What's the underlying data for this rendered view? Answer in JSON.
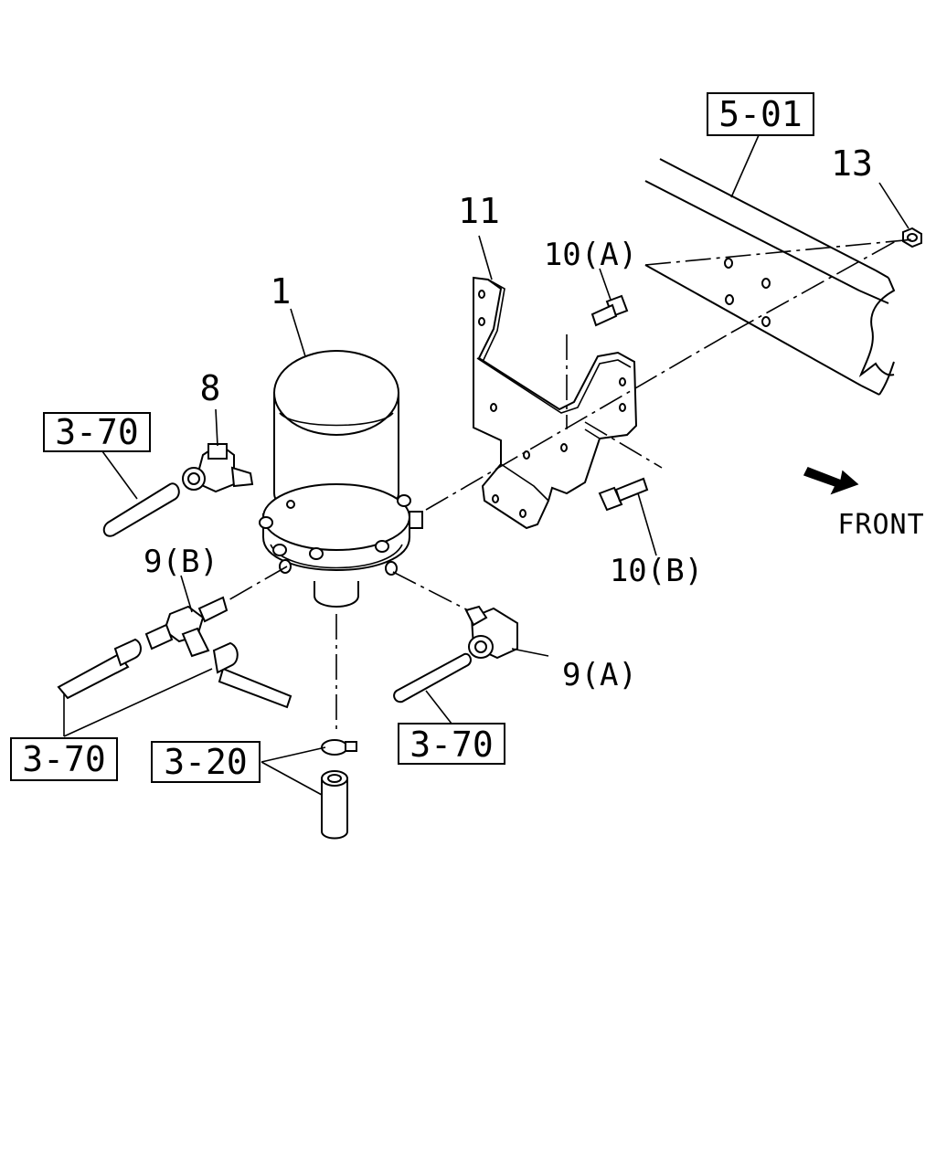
{
  "callouts": {
    "p1": "1",
    "p8": "8",
    "p9a": "9(A)",
    "p9b": "9(B)",
    "p10a": "10(A)",
    "p10b": "10(B)",
    "p11": "11",
    "p13": "13"
  },
  "refs": {
    "frame": "5-01",
    "pipe_left_top": "3-70",
    "pipe_left_bottom": "3-70",
    "pipe_right": "3-70",
    "hose": "3-20"
  },
  "direction": {
    "front_label": "FRONT"
  }
}
